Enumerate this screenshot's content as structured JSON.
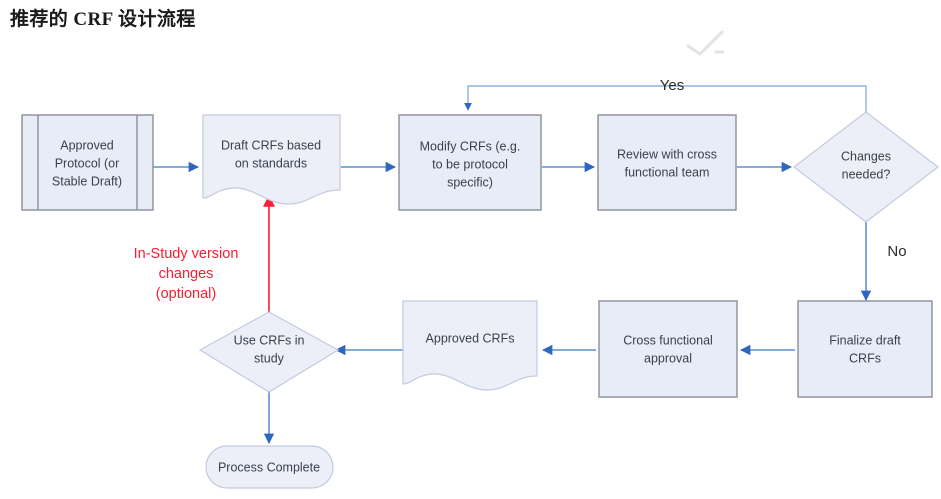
{
  "title": "推荐的 CRF 设计流程",
  "colors": {
    "node_fill": "#e8ecf7",
    "node_stroke": "#8a8f99",
    "connector": "#5b8fd0",
    "annotation_red": "#ff1a33",
    "text": "#3a3f4b",
    "background": "#ffffff"
  },
  "diagram": {
    "type": "flowchart",
    "nodes": [
      {
        "id": "approved-protocol",
        "shape": "predefined-process",
        "lines": [
          "Approved",
          "Protocol (or",
          "Stable Draft)"
        ]
      },
      {
        "id": "draft-crfs",
        "shape": "document",
        "lines": [
          "Draft CRFs based",
          "on standards"
        ]
      },
      {
        "id": "modify-crfs",
        "shape": "process",
        "lines": [
          "Modify CRFs (e.g.",
          "to be protocol",
          "specific)"
        ]
      },
      {
        "id": "review-cross-functional",
        "shape": "process",
        "lines": [
          "Review with cross",
          "functional team"
        ]
      },
      {
        "id": "changes-needed",
        "shape": "decision",
        "lines": [
          "Changes",
          "needed?"
        ]
      },
      {
        "id": "finalize-draft-crfs",
        "shape": "process",
        "lines": [
          "Finalize draft",
          "CRFs"
        ]
      },
      {
        "id": "cross-functional-approval",
        "shape": "process",
        "lines": [
          "Cross functional",
          "approval"
        ]
      },
      {
        "id": "approved-crfs",
        "shape": "document",
        "lines": [
          "Approved CRFs"
        ]
      },
      {
        "id": "use-crfs-in-study",
        "shape": "decision",
        "lines": [
          "Use CRFs in",
          "study"
        ]
      },
      {
        "id": "process-complete",
        "shape": "terminator",
        "lines": [
          "Process Complete"
        ]
      }
    ],
    "edge_labels": {
      "yes": "Yes",
      "no": "No"
    },
    "annotation": {
      "id": "in-study-version-changes",
      "lines": [
        "In-Study version",
        "changes",
        "(optional)"
      ],
      "color": "#ff1a33"
    }
  }
}
